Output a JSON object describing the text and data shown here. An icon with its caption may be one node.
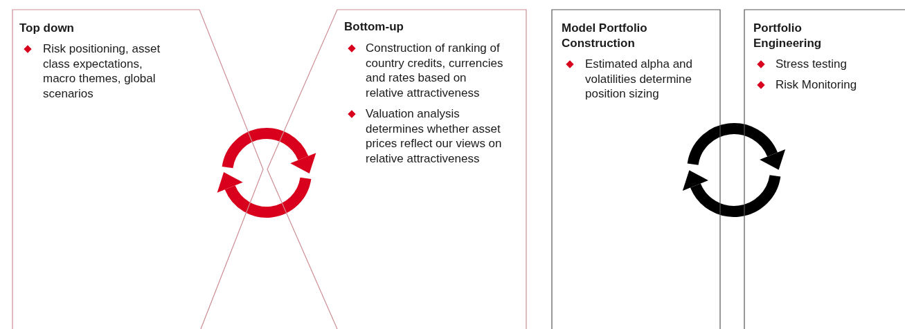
{
  "diagram": {
    "nodes": [
      {
        "text": [
          "Top down",
          "Risk positioning, asset class expectations, macro themes, global scenarios"
        ]
      },
      {
        "text": [
          "Bottom-up",
          "Construction of ranking of country credits, currencies and rates based on relative attractiveness",
          "Valuation analysis determines whether asset prices reflect our views on relative attractiveness"
        ]
      },
      {
        "text": [
          "Model Portfolio Construction",
          "Estimated alpha and volatilities determine position sizing"
        ]
      },
      {
        "text": [
          "Portfolio Engineering",
          "Stress testing",
          "Risk Monitoring"
        ]
      }
    ],
    "edges": [
      {
        "from": 0,
        "to": 1,
        "arrow": "to",
        "color": "#d8001c"
      },
      {
        "from": 1,
        "to": 0,
        "arrow": "to",
        "color": "#d8001c"
      },
      {
        "from": 2,
        "to": 3,
        "arrow": "to",
        "color": "#000000"
      },
      {
        "from": 3,
        "to": 2,
        "arrow": "to",
        "color": "#000000"
      }
    ]
  }
}
